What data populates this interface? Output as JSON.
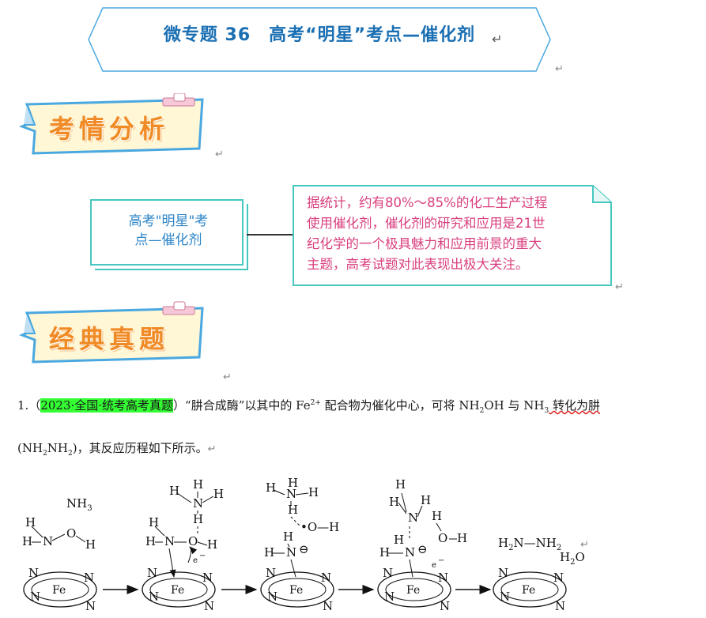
{
  "title": "微专题 36　高考“明星”考点—催化剂",
  "sections": {
    "analysis_label": "考情分析",
    "classic_label": "经典真题"
  },
  "mindmap": {
    "left_line1": "高考\"明星\"考",
    "left_line2": "点—催化剂",
    "right_lines": [
      "据统计，约有80%～85%的化工生产过程",
      "使用催化剂，催化剂的研究和应用是21世",
      "纪化学的一个极具魅力和应用前景的重大",
      "主题，高考试题对此表现出极大关注。"
    ]
  },
  "question": {
    "number": "1.（",
    "source": "2023·全国·统考高考真题",
    "part1": "）“肼合成酶”以其中的 Fe",
    "fe_charge": "2+",
    "part2": " 配合物为催化中心，可将 NH",
    "sub2": "2",
    "part3": "OH 与 NH",
    "sub3": "3",
    "part4": " 转化为肼",
    "line2_open": "(NH",
    "line2_sub1": "2",
    "line2_mid": "NH",
    "line2_sub2": "2",
    "line2_end": ")，其反应历程如下所示。",
    "return_mark": "↵"
  },
  "mechanism": {
    "metal": "Fe",
    "ligand_n": "N",
    "nh3": "NH",
    "nh3_sub": "3",
    "h": "H",
    "n": "N",
    "o": "O",
    "oh": "•O—H",
    "h2n": "H",
    "h2n_sub": "2",
    "nh2_tail": "N—NH",
    "nh2_tail_sub": "2",
    "h2o": "H",
    "h2o_sub": "2",
    "h2o_o": "O",
    "electron": "e",
    "electron_sup": "−",
    "minus": "⊖"
  }
}
